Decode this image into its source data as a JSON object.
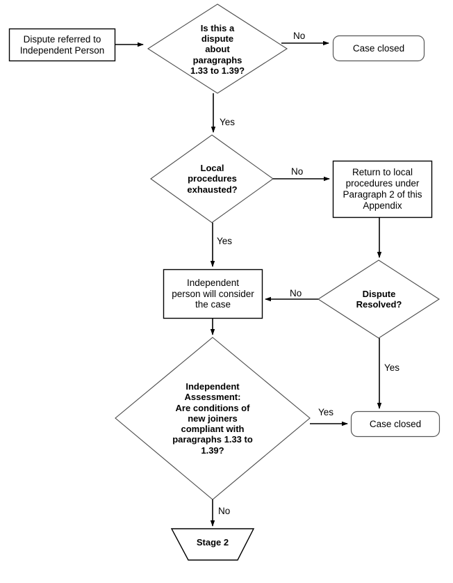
{
  "diagram": {
    "title": "Independent Person dispute resolution flowchart",
    "stroke_color": "#000000",
    "fill_color": "#ffffff",
    "text_color": "#000000"
  },
  "nodes": {
    "start": {
      "label": "Dispute referred to\nIndependent Person",
      "shape": "rectangle"
    },
    "decision_paragraphs": {
      "label": "Is this a\ndispute\nabout\nparagraphs\n1.33 to 1.39?",
      "shape": "diamond"
    },
    "case_closed_top": {
      "label": "Case closed",
      "shape": "rounded-rectangle"
    },
    "decision_local": {
      "label": "Local\nprocedures\nexhausted?",
      "shape": "diamond"
    },
    "return_local": {
      "label": "Return to local\nprocedures under\nParagraph 2 of this\nAppendix",
      "shape": "rectangle"
    },
    "consider_case": {
      "label": "Independent\nperson will consider\nthe case",
      "shape": "rectangle"
    },
    "decision_resolved": {
      "label": "Dispute\nResolved?",
      "shape": "diamond"
    },
    "decision_assessment": {
      "label": "Independent\nAssessment:\nAre conditions of\nnew joiners\ncompliant with\nparagraphs 1.33 to\n1.39?",
      "shape": "diamond"
    },
    "case_closed_bottom": {
      "label": "Case closed",
      "shape": "rounded-rectangle"
    },
    "stage_two": {
      "label": "Stage 2",
      "shape": "trapezoid"
    }
  },
  "edge_labels": {
    "paragraphs_no": "No",
    "paragraphs_yes": "Yes",
    "local_no": "No",
    "local_yes": "Yes",
    "resolved_no": "No",
    "resolved_yes": "Yes",
    "assessment_yes": "Yes",
    "assessment_no": "No"
  }
}
